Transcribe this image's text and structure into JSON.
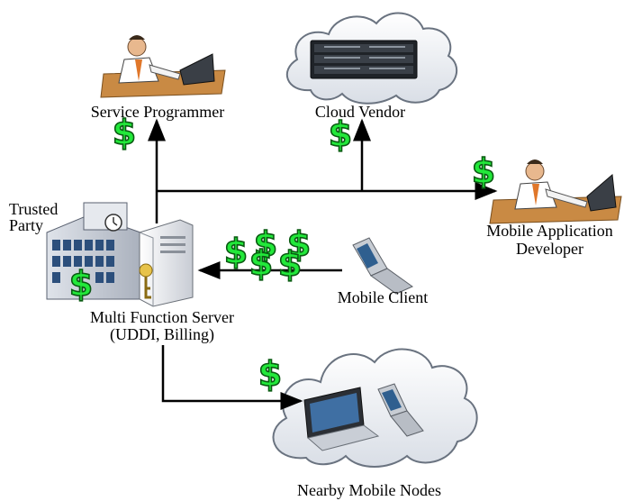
{
  "labels": {
    "service_programmer": "Service Programmer",
    "cloud_vendor": "Cloud Vendor",
    "mobile_app_developer_line1": "Mobile Application",
    "mobile_app_developer_line2": "Developer",
    "trusted_party_line1": "Trusted",
    "trusted_party_line2": "Party",
    "mobile_client": "Mobile Client",
    "server_line1": "Multi Function Server",
    "server_line2": "(UDDI, Billing)",
    "nearby_nodes": "Nearby Mobile Nodes"
  },
  "dollar_symbol": "$",
  "colors": {
    "dollar_fill": "#22e83a",
    "dollar_stroke": "#0a5a12",
    "arrow": "#000000",
    "cloud_fill": "#eef1f5",
    "cloud_stroke": "#6a7380"
  },
  "icons": [
    "programmer-icon",
    "cloud-server-rack-icon",
    "developer-icon",
    "office-building-icon",
    "clock-icon",
    "server-tower-icon",
    "key-icon",
    "mobile-phone-icon",
    "laptop-icon",
    "flip-phone-icon",
    "dollar-icon"
  ]
}
